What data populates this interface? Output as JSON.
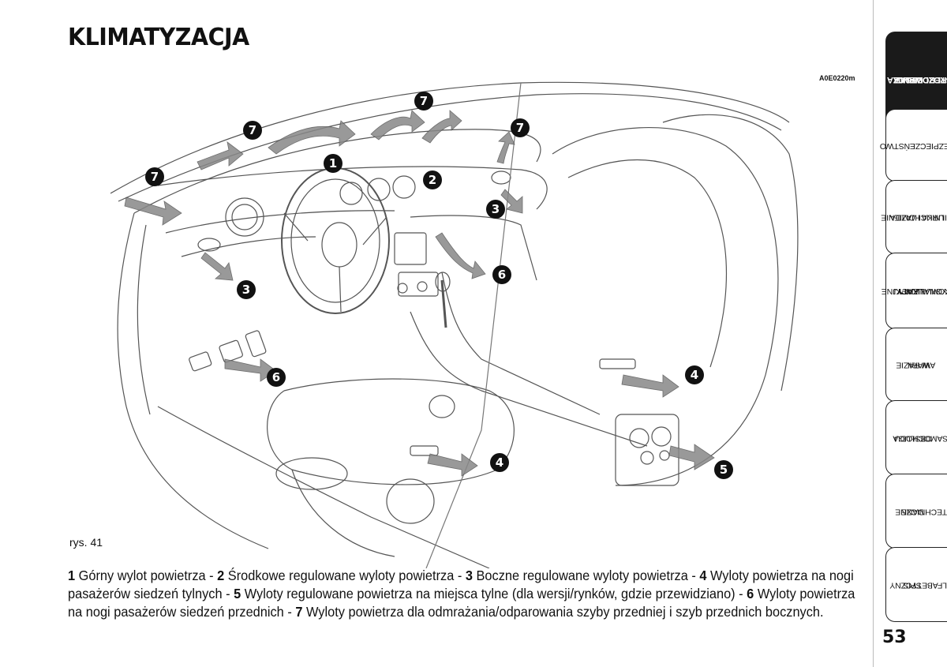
{
  "header": {
    "title": "KLIMATYZACJA",
    "figure_code": "A0E0220m"
  },
  "figure": {
    "label": "rys. 41",
    "callouts": [
      "1",
      "2",
      "3",
      "3",
      "4",
      "4",
      "5",
      "6",
      "6",
      "7",
      "7",
      "7",
      "7"
    ]
  },
  "caption": {
    "items": [
      {
        "num": "1",
        "text": " Górny wylot powietrza - "
      },
      {
        "num": "2",
        "text": " Środkowe regulowane wyloty powietrza - "
      },
      {
        "num": "3",
        "text": " Boczne regulowane wyloty powietrza - "
      },
      {
        "num": "4",
        "text": " Wyloty powietrza na nogi pasażerów siedzeń tylnych - "
      },
      {
        "num": "5",
        "text": " Wyloty regulowane powietrza na miejsca tylne (dla wersji/rynków, gdzie przewidziano) - "
      },
      {
        "num": "6",
        "text": " Wyloty powietrza na nogi pasażerów siedzeń przednich - "
      },
      {
        "num": "7",
        "text": " Wyloty powietrza dla odmrażania/odparowania szyby przedniej i szyb przednich bocznych."
      }
    ]
  },
  "side_tabs": [
    {
      "lines": [
        "DESKA",
        "ROZDZIELCZA",
        "I STEROWANIE"
      ],
      "active": true
    },
    {
      "lines": [
        "BEZPIECZEŃSTWO"
      ],
      "active": false
    },
    {
      "lines": [
        "URUCHOMIENIE",
        "SILNIKA I JAZDA"
      ],
      "active": false
    },
    {
      "lines": [
        "LAMPKI",
        "SYGNALIZACYJNE",
        "I KOMUNIKATY"
      ],
      "active": false
    },
    {
      "lines": [
        "W RAZIE",
        "AWARII"
      ],
      "active": false
    },
    {
      "lines": [
        "OBSŁUGA",
        "SAMOCHODU"
      ],
      "active": false
    },
    {
      "lines": [
        "DANE",
        "TECHNICZNE"
      ],
      "active": false
    },
    {
      "lines": [
        "SPIS",
        "ALFABETYCZNY"
      ],
      "active": false
    }
  ],
  "page_number": "53"
}
